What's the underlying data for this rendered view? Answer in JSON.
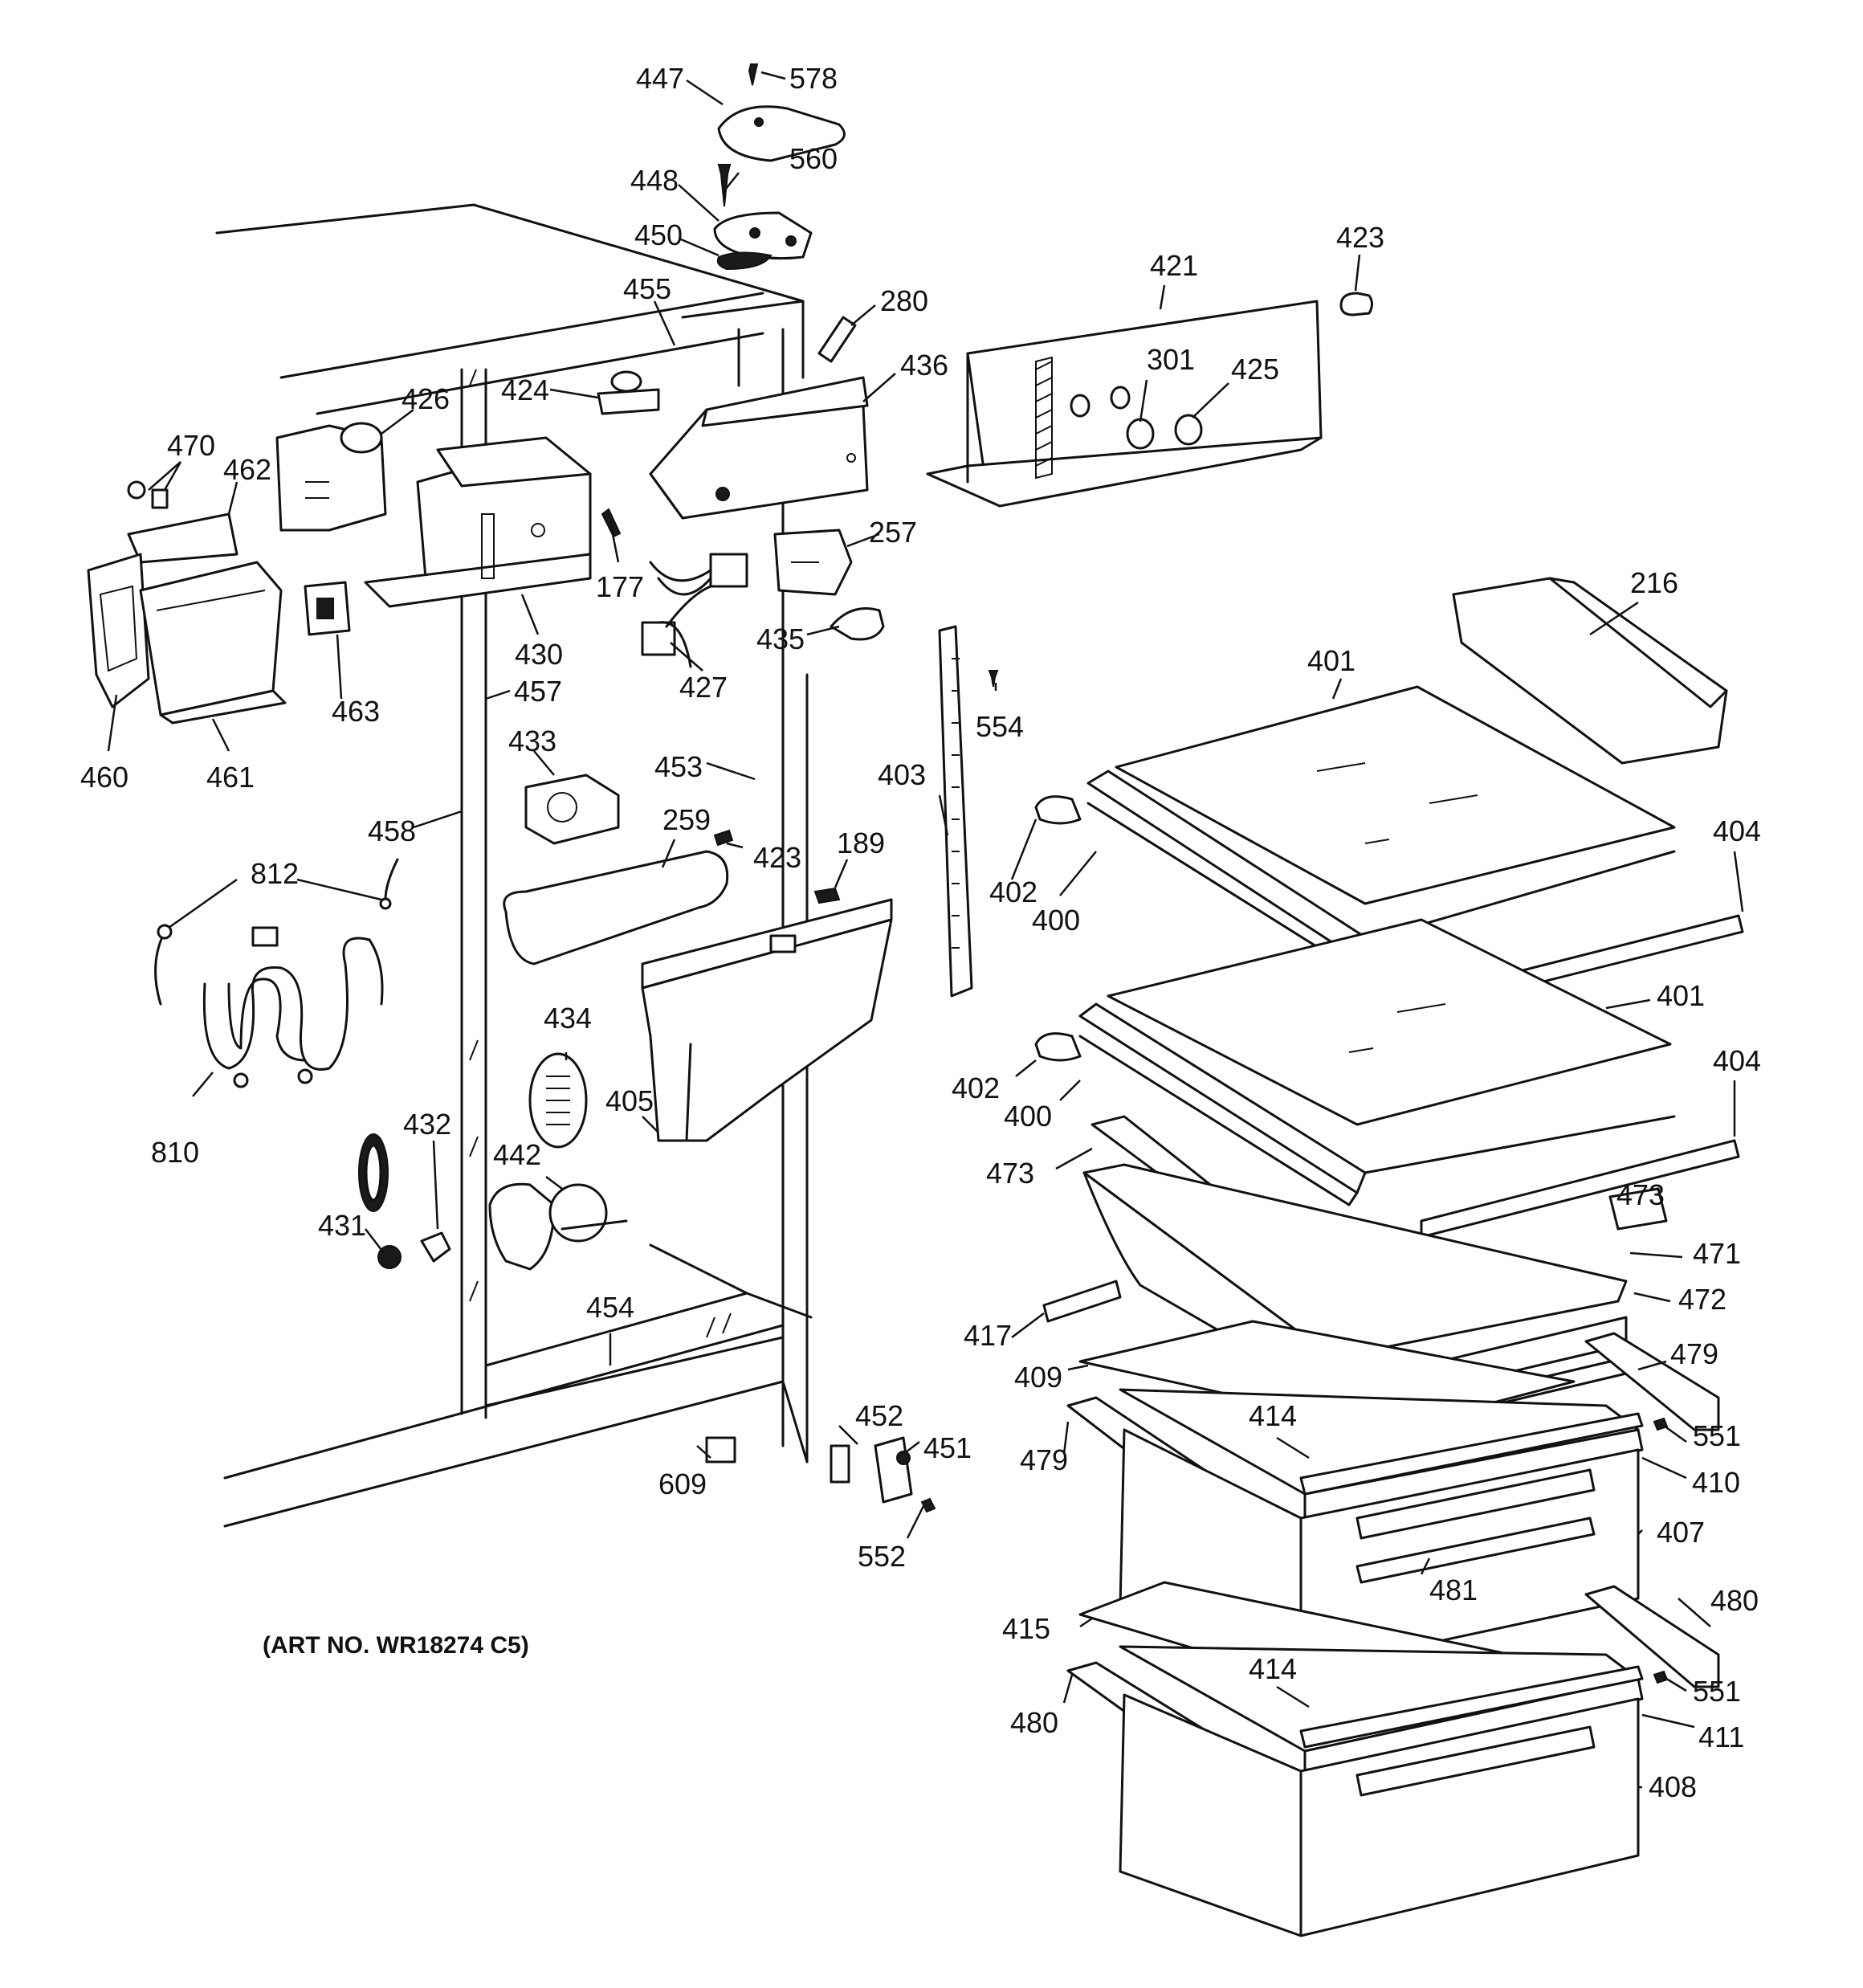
{
  "art_number": "(ART NO. WR18274 C5)",
  "parts": [
    "447",
    "578",
    "448",
    "560",
    "450",
    "455",
    "280",
    "421",
    "423",
    "436",
    "424",
    "426",
    "301",
    "425",
    "470",
    "462",
    "177",
    "257",
    "427",
    "430",
    "435",
    "216",
    "460",
    "461",
    "463",
    "457",
    "401",
    "433",
    "453",
    "554",
    "403",
    "458",
    "259",
    "423",
    "189",
    "812",
    "402",
    "400",
    "404",
    "434",
    "405",
    "810",
    "432",
    "442",
    "431",
    "473",
    "471",
    "472",
    "417",
    "454",
    "409",
    "479",
    "414",
    "551",
    "452",
    "451",
    "609",
    "410",
    "552",
    "407",
    "481",
    "415",
    "480",
    "411",
    "408"
  ]
}
